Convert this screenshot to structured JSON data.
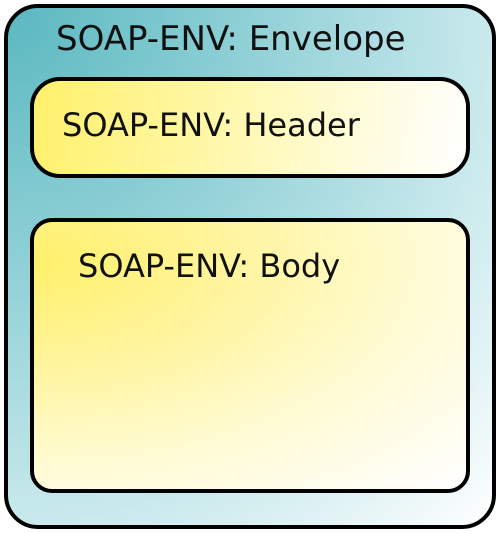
{
  "envelope": {
    "label": "SOAP-ENV: Envelope"
  },
  "header": {
    "label": "SOAP-ENV: Header"
  },
  "body": {
    "label": "SOAP-ENV: Body"
  },
  "colors": {
    "envelope_fill": "#8fd0d6",
    "header_fill": "#fff06a",
    "body_fill": "#fff06a",
    "outline": "#000000"
  }
}
